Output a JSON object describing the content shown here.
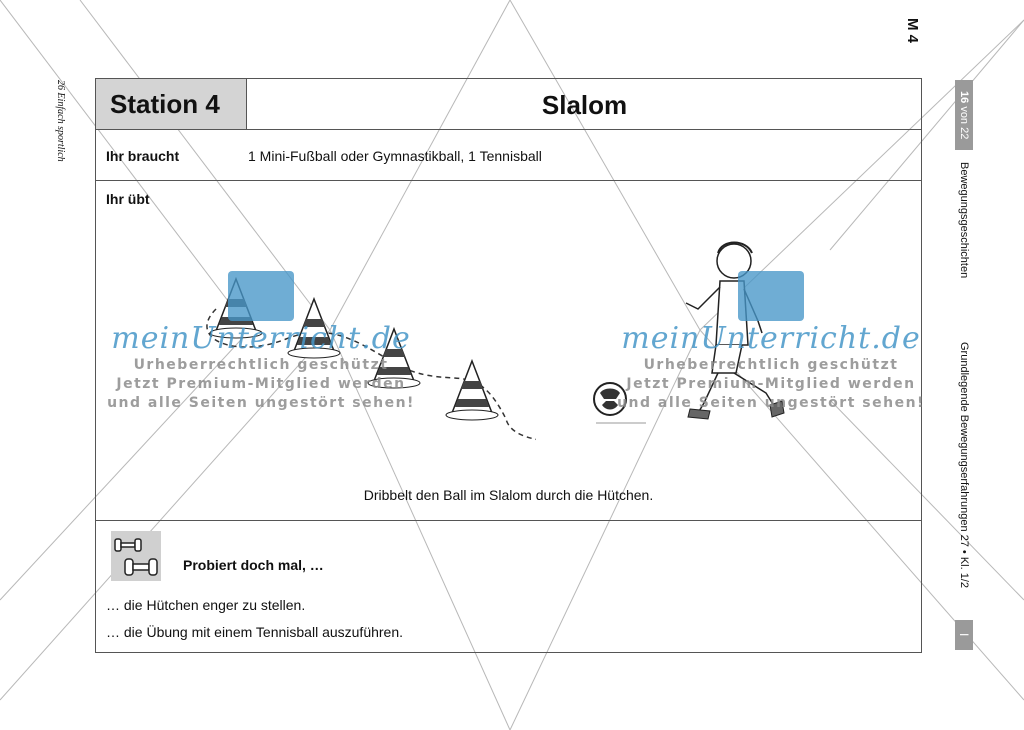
{
  "page": {
    "margin_left_text": "26 Einfach sportlich",
    "material_code": "M 4",
    "page_number": "16",
    "page_of": "von",
    "page_total": "22",
    "series_title": "Bewegungsgeschichten",
    "chapter_title": "Grundlegende Bewegungserfahrungen 27 • Kl. 1/2",
    "section_mark": "I"
  },
  "station": {
    "label": "Station 4",
    "title": "Slalom",
    "need_label": "Ihr braucht",
    "need_text": "1 Mini-Fußball oder Gymnastikball, 1 Tennisball",
    "practice_label": "Ihr übt",
    "practice_caption": "Dribbelt den Ball im Slalom durch die Hütchen.",
    "try_title": "Probiert doch mal, …",
    "try_items": [
      "… die Hütchen enger zu stellen.",
      "… die Übung mit einem Tennisball auszuführen."
    ]
  },
  "watermark": {
    "logo": "meinUnterricht.de",
    "line1": "Urheberrechtlich geschützt",
    "line2": "Jetzt Premium-Mitglied werden",
    "line3": "und alle Seiten ungestört sehen!"
  },
  "icons": {
    "cone": "traffic-cone-icon",
    "ball": "soccer-ball-icon",
    "child": "child-dribbling-icon",
    "dumbbell": "dumbbell-icon",
    "cloud": "cloud-icon"
  },
  "colors": {
    "header_gray": "#d4d4d4",
    "side_tab_gray": "#9a9a9a",
    "watermark_blue": "#4696c8"
  }
}
